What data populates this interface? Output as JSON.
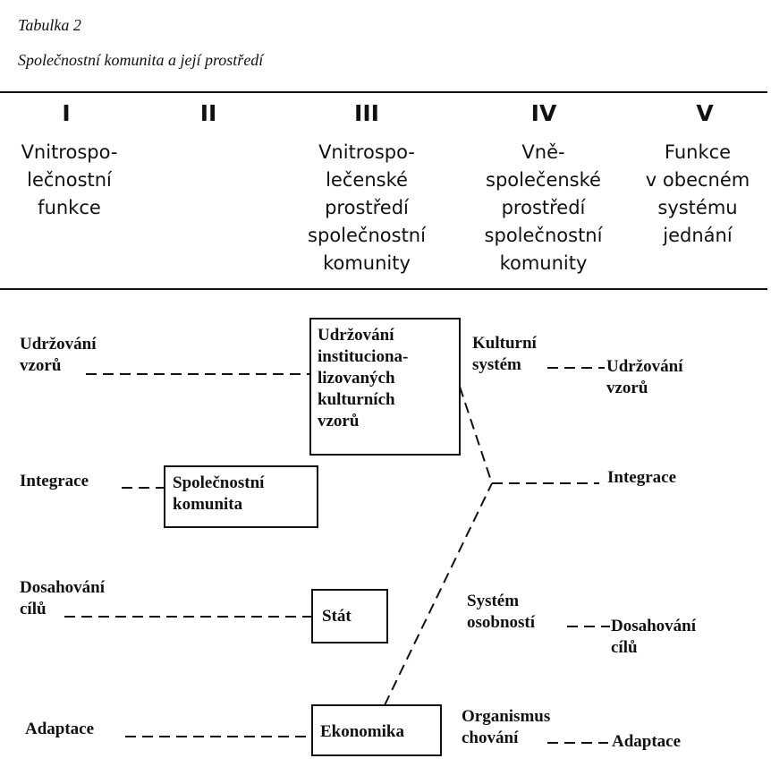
{
  "caption": {
    "label": "Tabulka 2",
    "title": "Společnostní komunita a její prostředí"
  },
  "columns": [
    {
      "number": "I",
      "heading": "Vnitrospo-\nlečnostní\nfunkce"
    },
    {
      "number": "II",
      "heading": ""
    },
    {
      "number": "III",
      "heading": "Vnitrospo-\nlečenské\nprostředí\nspolečnostní\nkomunity"
    },
    {
      "number": "IV",
      "heading": "Vně-\nspolečenské\nprostředí\nspolečnostní\nkomunity"
    },
    {
      "number": "V",
      "heading": "Funkce\nv obecném\nsystému\njednání"
    }
  ],
  "functions": {
    "pattern_maintenance": "Udržování\nvzorů",
    "integration": "Integrace",
    "goal_attainment": "Dosahování\ncílů",
    "adaptation": "Adaptace"
  },
  "boxes": {
    "cultural_patterns": "Udržování\ninstituciona-\nlizovaných\nkulturních\nvzorů",
    "societal_community": "Společnostní\nkomunita",
    "state": "Stát",
    "economy": "Ekonomika"
  },
  "external_systems": {
    "cultural_system": "Kulturní\nsystém",
    "personality_system": "Systém\nosobností",
    "behavioral_organism": "Organismus\nchování"
  },
  "action_functions": {
    "pattern_maintenance": "Udržování\nvzorů",
    "integration": "Integrace",
    "goal_attainment": "Dosahování\ncílů",
    "adaptation": "Adaptace"
  }
}
